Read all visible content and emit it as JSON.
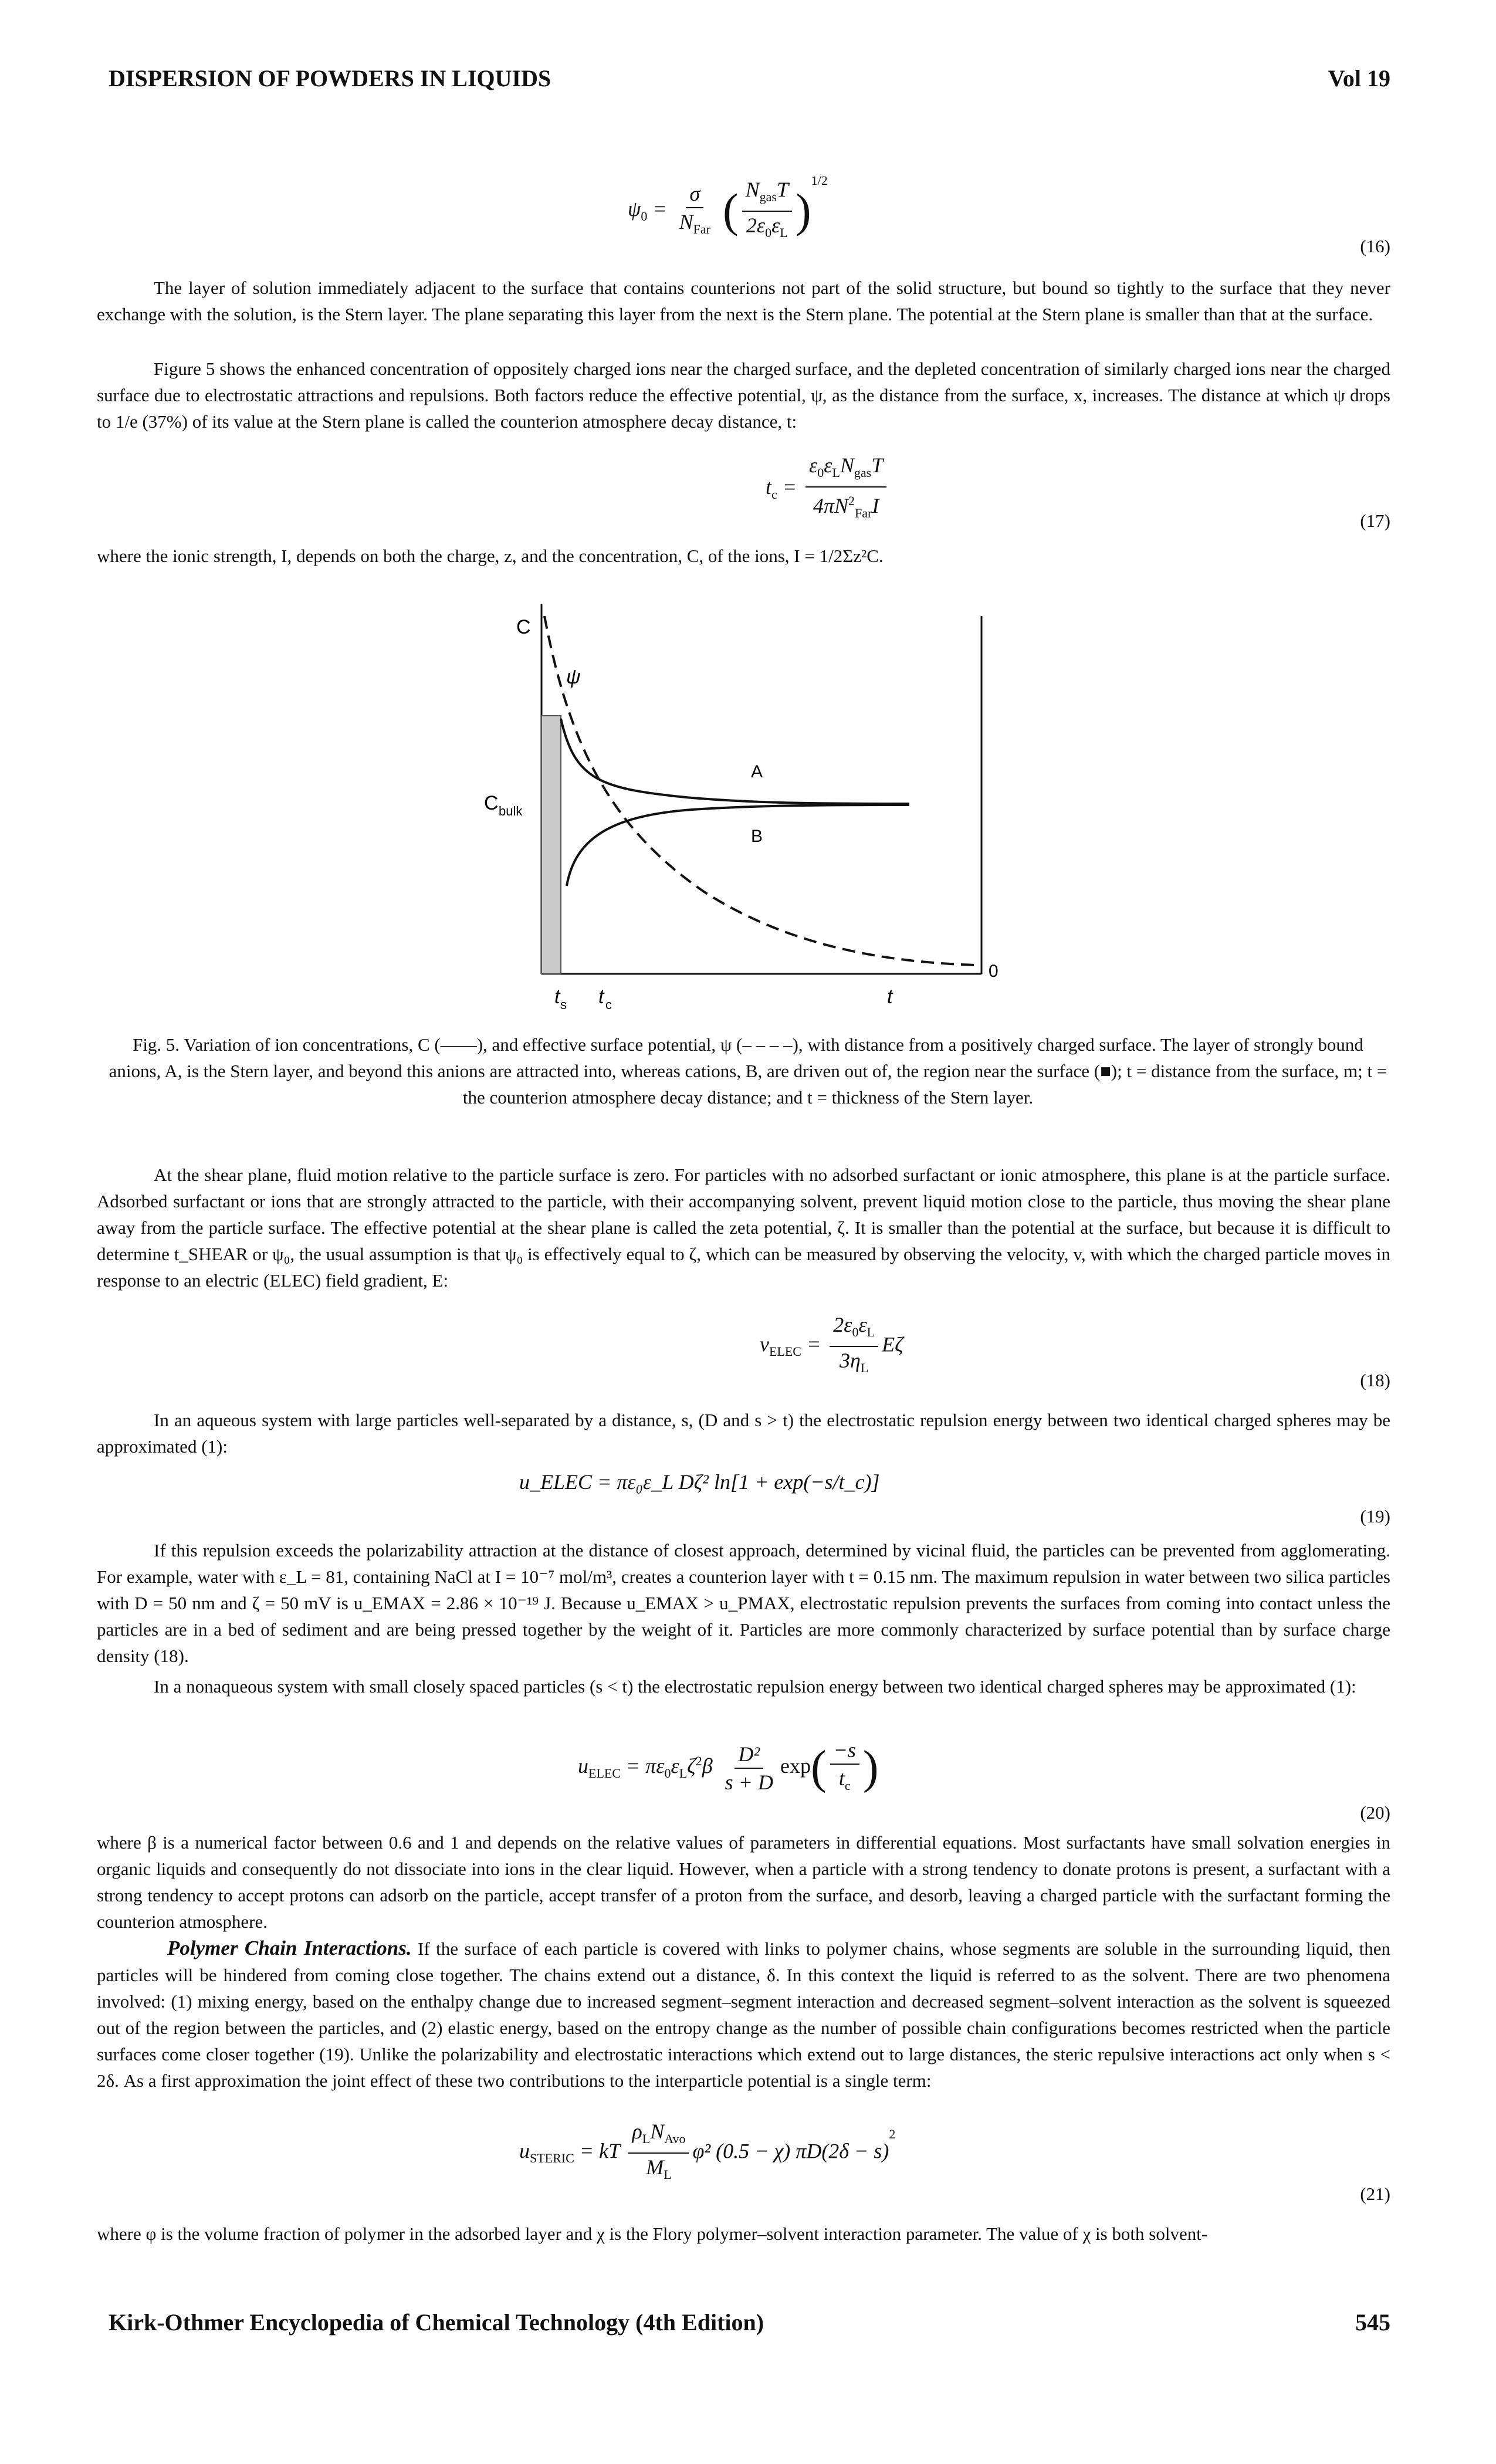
{
  "header": {
    "left": "DISPERSION OF POWDERS IN LIQUIDS",
    "right": "Vol 19"
  },
  "footer": {
    "left": "Kirk-Othmer Encyclopedia of Chemical Technology (4th Edition)",
    "right": "545"
  },
  "equations": {
    "eq16": {
      "number": "(16)",
      "lhs": "ψ₀ =",
      "frac1_num": "σ",
      "frac1_den": "N_Far",
      "frac2_num": "N_gas T",
      "frac2_den": "2ε₀ε_L",
      "exponent": "1/2"
    },
    "eq17": {
      "number": "(17)",
      "lhs": "t_c =",
      "num": "ε₀ε_L N_gas T",
      "den": "4πN²_Far I"
    },
    "eq18": {
      "number": "(18)",
      "lhs": "v_ELEC =",
      "num": "2ε₀ε_L",
      "den": "3η_L",
      "tail": "Eζ"
    },
    "eq19": {
      "number": "(19)",
      "expr": "u_ELEC = πε₀ε_L Dζ² ln[1 + exp(−s/t_c)]"
    },
    "eq20": {
      "number": "(20)",
      "lhs": "u_ELEC = πε₀ε_L ζ² β",
      "num": "D²",
      "den": "s + D",
      "tail": "exp",
      "inner_num": "−s",
      "inner_den": "t_c"
    },
    "eq21": {
      "number": "(21)",
      "lhs": "u_STERIC = kT",
      "num": "ρ_L N_Avo",
      "den": "M_L",
      "tail": "φ² (0.5 − χ) πD(2δ − s)",
      "exponent": "2"
    }
  },
  "paragraphs": {
    "p1": "The layer of solution immediately adjacent to the surface that contains counterions not part of the solid structure, but bound so tightly to the surface that they never exchange with the solution, is the Stern layer. The plane separating this layer from the next is the Stern plane. The potential at the Stern plane is smaller than that at the surface.",
    "p2": "Figure 5 shows the enhanced concentration of oppositely charged ions near the charged surface, and the depleted concentration of similarly charged ions near the charged surface due to electrostatic attractions and repulsions. Both factors reduce the effective potential, ψ, as the distance from the surface, x, increases. The distance at which ψ drops to 1/e (37%) of its value at the Stern plane is called the counterion atmosphere decay distance, t:",
    "p3": "where the ionic strength, I, depends on both the charge, z, and the concentration, C, of the ions, I = 1/2Σz²C.",
    "p4": "At the shear plane, fluid motion relative to the particle surface is zero. For particles with no adsorbed surfactant or ionic atmosphere, this plane is at the particle surface. Adsorbed surfactant or ions that are strongly attracted to the particle, with their accompanying solvent, prevent liquid motion close to the particle, thus moving the shear plane away from the particle surface. The effective potential at the shear plane is called the zeta potential, ζ. It is smaller than the potential at the surface, but because it is difficult to determine t_SHEAR or ψ₀, the usual assumption is that ψ₀ is effectively equal to ζ, which can be measured by observing the velocity, v, with which the charged particle moves in response to an electric (ELEC) field gradient, E:",
    "p5": "In an aqueous system with large particles well-separated by a distance, s, (D and s > t) the electrostatic repulsion energy between two identical charged spheres may be approximated (1):",
    "p6": "If this repulsion exceeds the polarizability attraction at the distance of closest approach, determined by vicinal fluid, the particles can be prevented from agglomerating. For example, water with ε_L = 81, containing NaCl at I = 10⁻⁷ mol/m³, creates a counterion layer with t = 0.15 nm. The maximum repulsion in water between two silica particles with D = 50 nm and ζ = 50 mV is u_EMAX = 2.86 × 10⁻¹⁹ J. Because u_EMAX > u_PMAX, electrostatic repulsion prevents the surfaces from coming into contact unless the particles are in a bed of sediment and are being pressed together by the weight of it. Particles are more commonly characterized by surface potential than by surface charge density (18).",
    "p7": "In a nonaqueous system with small closely spaced particles (s < t) the electrostatic repulsion energy between two identical charged spheres may be approximated (1):",
    "p8": "where β is a numerical factor between 0.6 and 1 and depends on the relative values of parameters in differential equations. Most surfactants have small solvation energies in organic liquids and consequently do not dissociate into ions in the clear liquid. However, when a particle with a strong tendency to donate protons is present, a surfactant with a strong tendency to accept protons can adsorb on the particle, accept transfer of a proton from the surface, and desorb, leaving a charged particle with the surfactant forming the counterion atmosphere.",
    "p9_runin": "Polymer Chain Interactions.",
    "p9": "If the surface of each particle is covered with links to polymer chains, whose segments are soluble in the surrounding liquid, then particles will be hindered from coming close together. The chains extend out a distance, δ. In this context the liquid is referred to as the solvent. There are two phenomena involved: (1) mixing energy, based on the enthalpy change due to increased segment–segment interaction and decreased segment–solvent interaction as the solvent is squeezed out of the region between the particles, and (2) elastic energy, based on the entropy change as the number of possible chain configurations becomes restricted when the particle surfaces come closer together (19). Unlike the polarizability and electrostatic interactions which extend out to large distances, the steric repulsive interactions act only when s < 2δ. As a first approximation the joint effect of these two contributions to the interparticle potential is a single term:",
    "p10": "where φ is the volume fraction of polymer in the adsorbed layer and χ is the Flory polymer–solvent interaction parameter. The value of χ is both solvent-"
  },
  "figure": {
    "caption": "Fig. 5. Variation of ion concentrations, C (——), and effective surface potential, ψ (– – – –), with distance from a positively charged surface. The layer of strongly bound anions, A, is the Stern layer, and beyond this anions are attracted into, whereas cations, B, are driven out of, the region near the surface (■); t = distance from the surface, m; t = the counterion atmosphere decay distance; and t = thickness of the Stern layer.",
    "labels": {
      "c_axis": "C",
      "psi": "ψ",
      "c_bulk": "C",
      "c_bulk_sub": "bulk",
      "a": "A",
      "b": "B",
      "zero": "0",
      "ts": "t",
      "ts_sub": "s",
      "tc": "t",
      "tc_sub": "c",
      "t": "t"
    }
  }
}
